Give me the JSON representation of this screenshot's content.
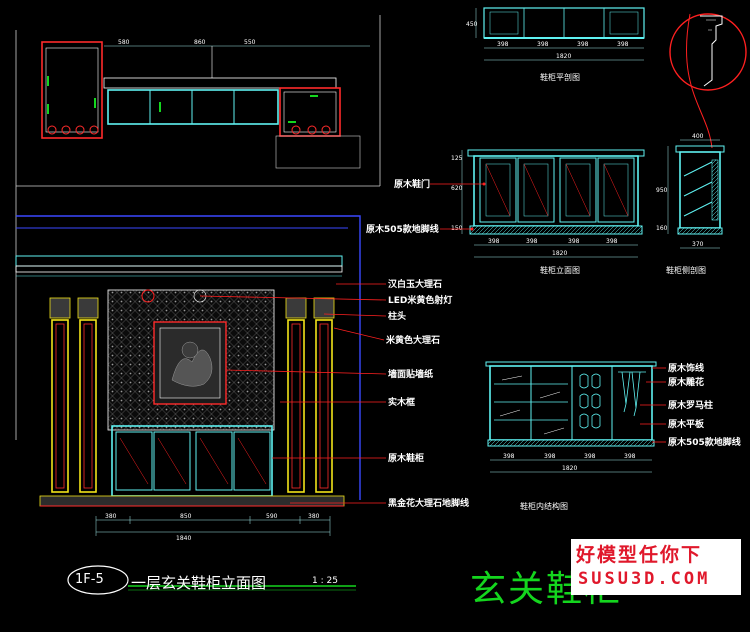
{
  "colors": {
    "background": "#000000",
    "cabinet": "#5ff2f2",
    "panel_red": "#ff2b2b",
    "dim_line": "#9fe9e9",
    "callout": "#ff2020",
    "gold_trim": "#f2e31a",
    "blue_border": "#3a49ff",
    "watermark_red": "#e0182b",
    "title_green": "#14d61e"
  },
  "views": {
    "plan": {
      "caption": "鞋柜平剖图",
      "dims_top": [
        "450"
      ],
      "dims_bottom": [
        "398",
        "398",
        "398",
        "398"
      ],
      "dim_total": "1820"
    },
    "elevation": {
      "caption": "鞋柜立面图",
      "dims_bottom": [
        "398",
        "398",
        "398",
        "398"
      ],
      "dim_total": "1820",
      "height_dims": [
        "125",
        "620",
        "150"
      ],
      "labels": [
        "原木鞋门",
        "原木505款地脚线"
      ]
    },
    "side": {
      "caption": "鞋柜侧剖图",
      "top_dim": "400",
      "bottom_dim": "370",
      "height_dims": [
        "950",
        "160"
      ]
    },
    "interior": {
      "caption": "鞋柜内结构图",
      "dims_bottom": [
        "398",
        "398",
        "398",
        "398"
      ],
      "dim_total": "1820",
      "labels": [
        "原木饰线",
        "原木雕花",
        "原木罗马柱",
        "原木平板",
        "原木505款地脚线"
      ]
    },
    "top_plan": {
      "dims": [
        "580",
        "860",
        "550"
      ]
    }
  },
  "main_elevation": {
    "labels": [
      "汉白玉大理石",
      "LED米黄色射灯",
      "柱头",
      "米黄色大理石",
      "墙面贴墙纸",
      "实木框",
      "原木鞋柜",
      "黑金花大理石地脚线"
    ],
    "dims_bottom": [
      "380",
      "850",
      "590",
      "380"
    ],
    "dim_total": "1840"
  },
  "title_block": {
    "sheet_number": "1F-5",
    "sheet_title": "一层玄关鞋柜立面图",
    "scale": "1 : 25"
  },
  "big_title": "玄关鞋柜",
  "watermark": {
    "line1": "好模型任你下",
    "line2": "SUSU3D.COM"
  }
}
